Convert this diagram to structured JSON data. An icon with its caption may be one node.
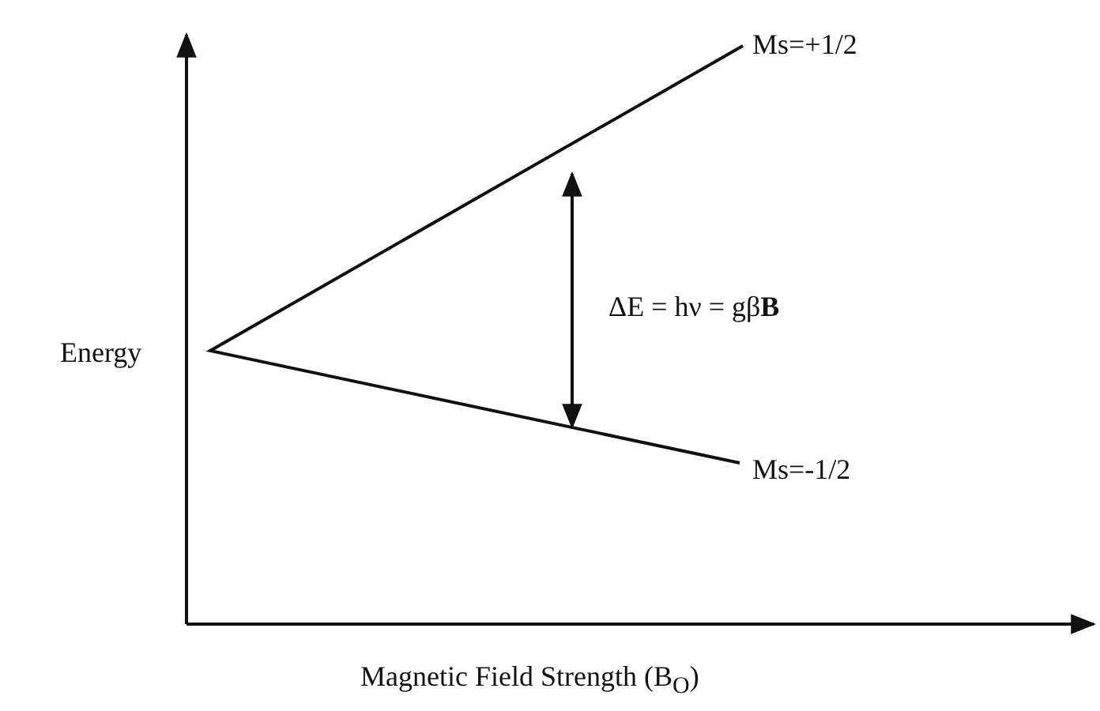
{
  "diagram": {
    "labels": [
      "Ms=+1/2",
      "ΔE = hν = gβ**B**",
      "Energy",
      "Ms=-1/2",
      "Magnetic Field Strength (B$_{O}$)"
    ]
  }
}
